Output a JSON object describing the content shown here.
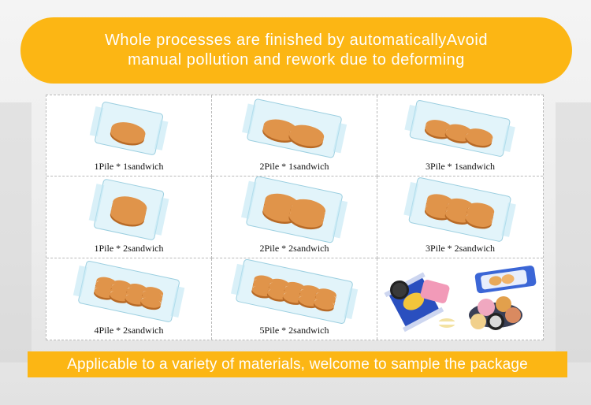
{
  "banner": {
    "line1": "Whole processes are finished by automaticallyAvoid",
    "line2": "manual pollution and rework due to deforming"
  },
  "items": [
    {
      "label": "1Pile * 1sandwich",
      "piles": 1,
      "layers": 1
    },
    {
      "label": "2Pile * 1sandwich",
      "piles": 2,
      "layers": 1
    },
    {
      "label": "3Pile * 1sandwich",
      "piles": 3,
      "layers": 1
    },
    {
      "label": "1Pile * 2sandwich",
      "piles": 1,
      "layers": 2
    },
    {
      "label": "2Pile * 2sandwich",
      "piles": 2,
      "layers": 2
    },
    {
      "label": "3Pile * 2sandwich",
      "piles": 3,
      "layers": 2
    },
    {
      "label": "4Pile * 2sandwich",
      "piles": 4,
      "layers": 2
    },
    {
      "label": "5Pile * 2sandwich",
      "piles": 5,
      "layers": 2
    }
  ],
  "footer": {
    "text": "Applicable to a variety of materials, welcome to sample the package"
  },
  "colors": {
    "accent": "#fcb614",
    "biscuit": "#e0944a",
    "cream": "#fff6e6",
    "film": "#bfe6f3"
  }
}
